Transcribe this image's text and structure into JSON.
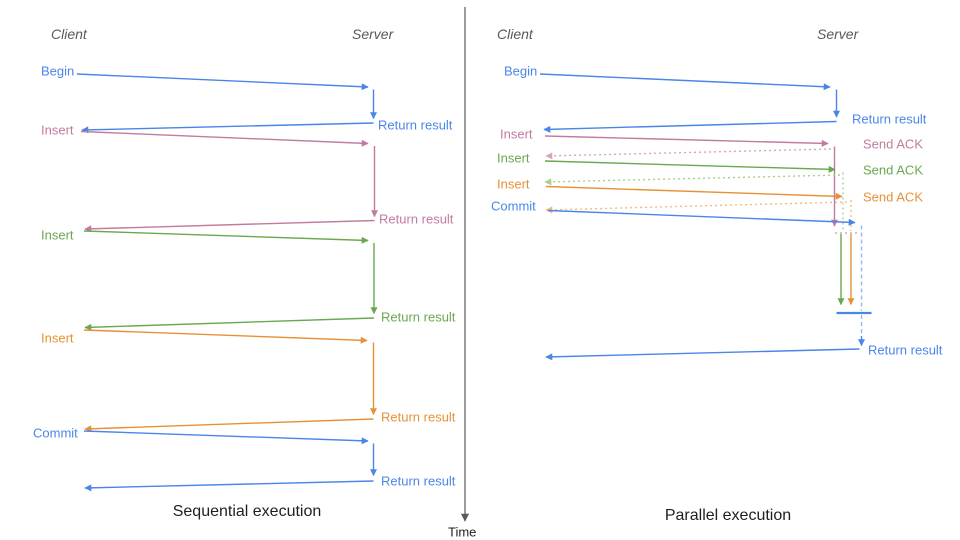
{
  "colors": {
    "blue": "#4a86e8",
    "blue_light": "#93b9f2",
    "pink": "#c27ba0",
    "pink_light": "#d5a6bd",
    "green": "#6aa84f",
    "green_light": "#a9cf92",
    "orange": "#e69138",
    "orange_light": "#f2bb79",
    "axis_gray": "#595959",
    "header_gray": "#595959",
    "title_black": "#1f1f1f"
  },
  "time_axis": {
    "label": "Time"
  },
  "left_panel": {
    "title": "Sequential execution",
    "client_header": "Client",
    "server_header": "Server",
    "operations": [
      {
        "label": "Begin",
        "color": "#4a86e8",
        "result_label": "Return result"
      },
      {
        "label": "Insert",
        "color": "#c27ba0",
        "result_label": "Return result"
      },
      {
        "label": "Insert",
        "color": "#6aa84f",
        "result_label": "Return result"
      },
      {
        "label": "Insert",
        "color": "#e69138",
        "result_label": "Return result"
      },
      {
        "label": "Commit",
        "color": "#4a86e8",
        "result_label": "Return result"
      }
    ]
  },
  "right_panel": {
    "title": "Parallel execution",
    "client_header": "Client",
    "server_header": "Server",
    "operations": [
      {
        "label": "Begin",
        "color": "#4a86e8",
        "result_label": "Return result"
      },
      {
        "label": "Insert",
        "color": "#c27ba0",
        "ack_label": "Send ACK"
      },
      {
        "label": "Insert",
        "color": "#6aa84f",
        "ack_label": "Send ACK"
      },
      {
        "label": "Insert",
        "color": "#e69138",
        "ack_label": "Send ACK"
      },
      {
        "label": "Commit",
        "color": "#4a86e8",
        "result_label": "Return result"
      }
    ]
  }
}
